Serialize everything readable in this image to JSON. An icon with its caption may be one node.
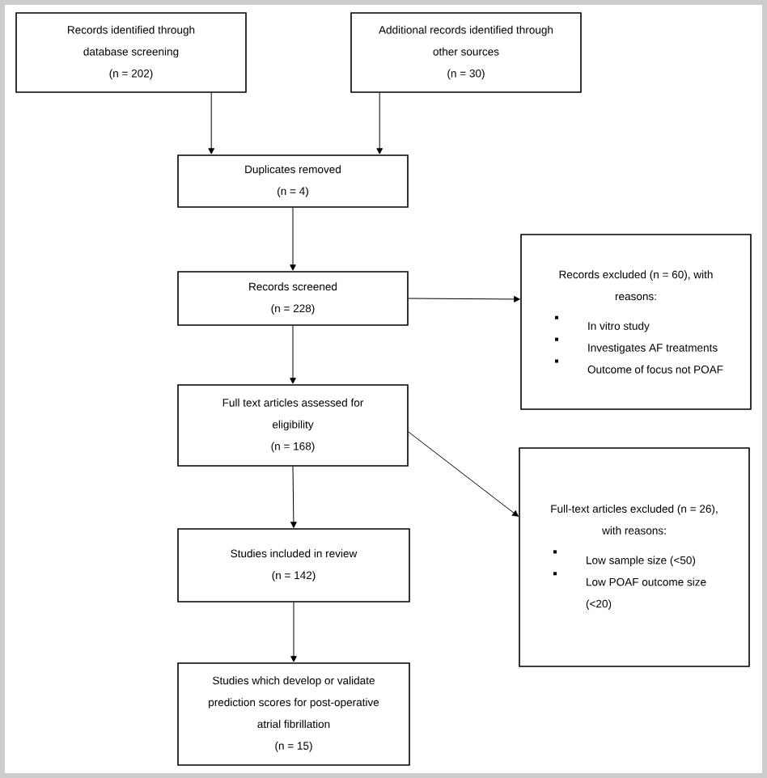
{
  "diagram": {
    "nodes": [
      {
        "text": [
          "Records identified through database screening",
          "(n = 202)"
        ]
      },
      {
        "text": [
          "Additional records identified through other sources",
          "(n = 30)"
        ]
      },
      {
        "text": [
          "Duplicates removed",
          "(n = 4)"
        ]
      },
      {
        "text": [
          "Records screened",
          "(n = 228)"
        ]
      },
      {
        "text": [
          "Records excluded (n = 60), with reasons:",
          "In vitro study",
          "Investigates AF treatments",
          "Outcome of focus not POAF"
        ]
      },
      {
        "text": [
          "Full text articles assessed for eligibility",
          "(n = 168)"
        ]
      },
      {
        "text": [
          "Full-text articles excluded (n = 26), with reasons:",
          "Low sample size (<50)",
          "Low POAF outcome size (<20)"
        ]
      },
      {
        "text": [
          "Studies included in review",
          "(n = 142)"
        ]
      },
      {
        "text": [
          "Studies which develop or validate prediction scores for post-operative atrial fibrillation",
          "(n = 15)"
        ]
      }
    ],
    "edges": [
      {
        "from": 0,
        "to": 2,
        "arrow": "to"
      },
      {
        "from": 1,
        "to": 2,
        "arrow": "to"
      },
      {
        "from": 2,
        "to": 3,
        "arrow": "to"
      },
      {
        "from": 3,
        "to": 4,
        "arrow": "to"
      },
      {
        "from": 3,
        "to": 5,
        "arrow": "to"
      },
      {
        "from": 5,
        "to": 6,
        "arrow": "to"
      },
      {
        "from": 5,
        "to": 7,
        "arrow": "to"
      },
      {
        "from": 7,
        "to": 8,
        "arrow": "to"
      }
    ]
  }
}
